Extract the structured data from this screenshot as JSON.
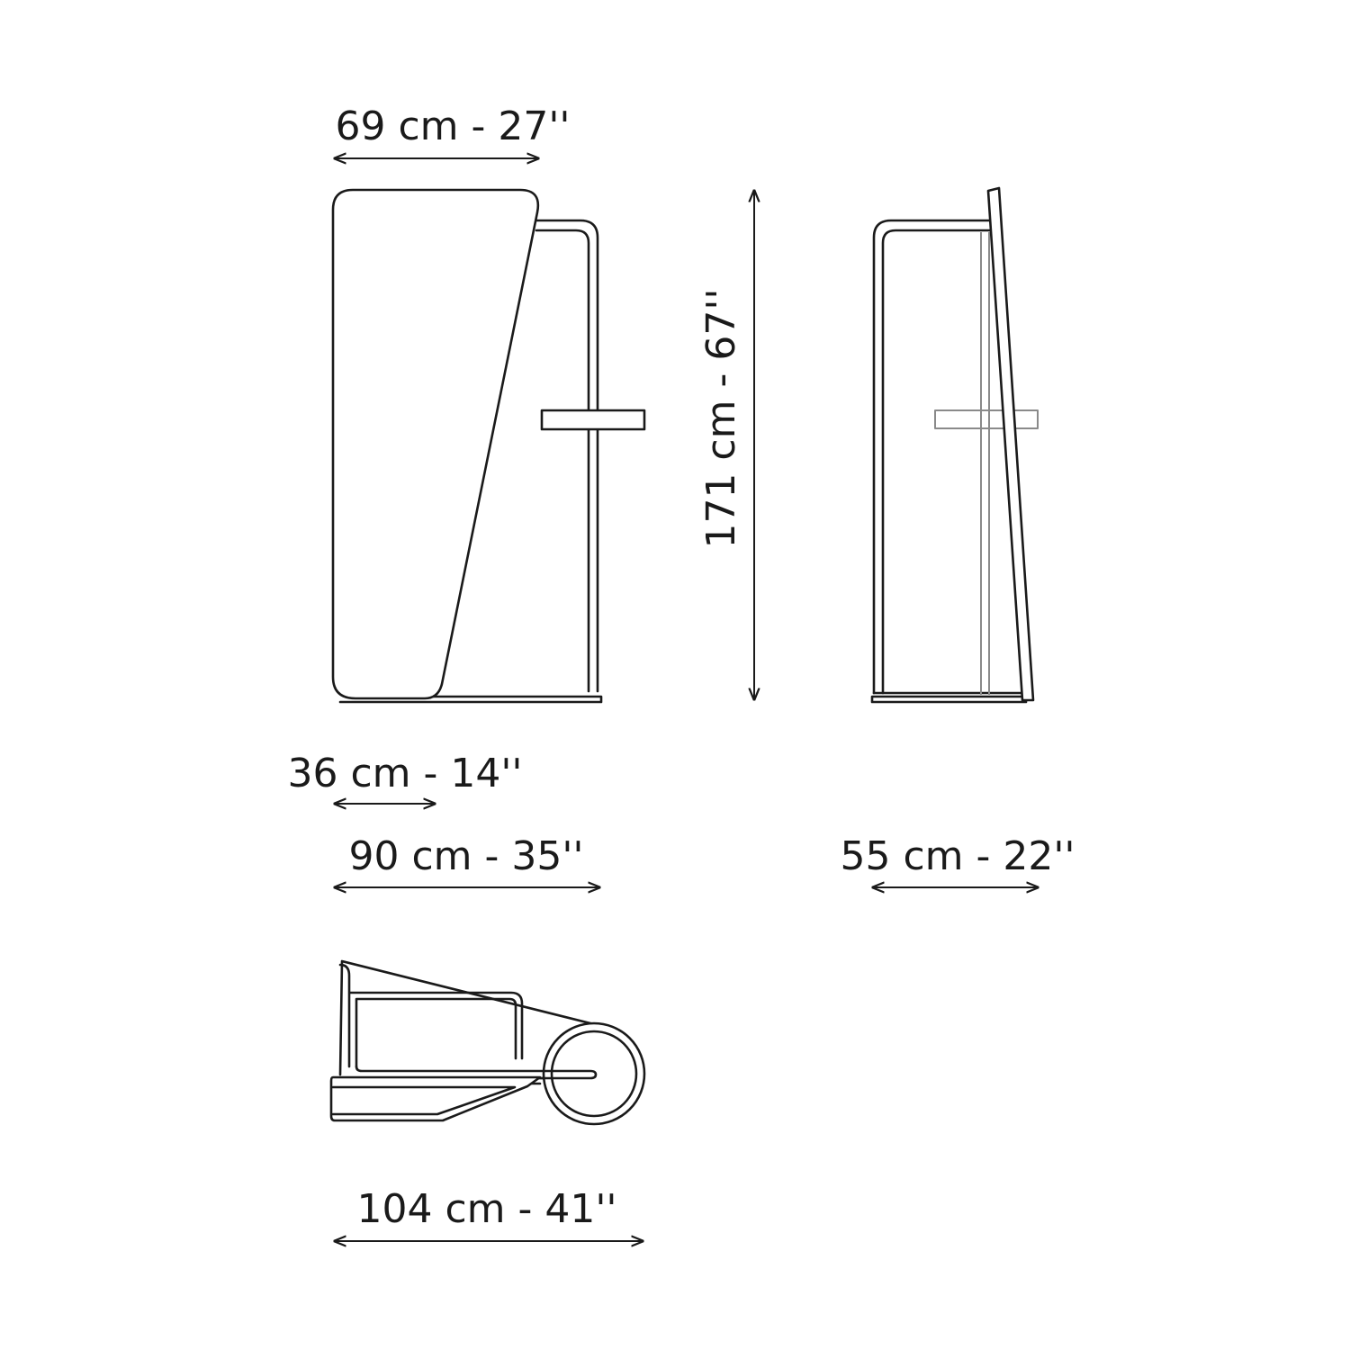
{
  "colors": {
    "line": "#1a1a1a",
    "hidden_line": "#8a8a8a",
    "background": "#ffffff"
  },
  "dimensions": {
    "front_width": "69 cm - 27''",
    "height": "171 cm - 67''",
    "base_depth": "36 cm - 14''",
    "front_base_width": "90 cm - 35''",
    "side_width": "55 cm - 22''",
    "top_total_width": "104 cm - 41''"
  }
}
